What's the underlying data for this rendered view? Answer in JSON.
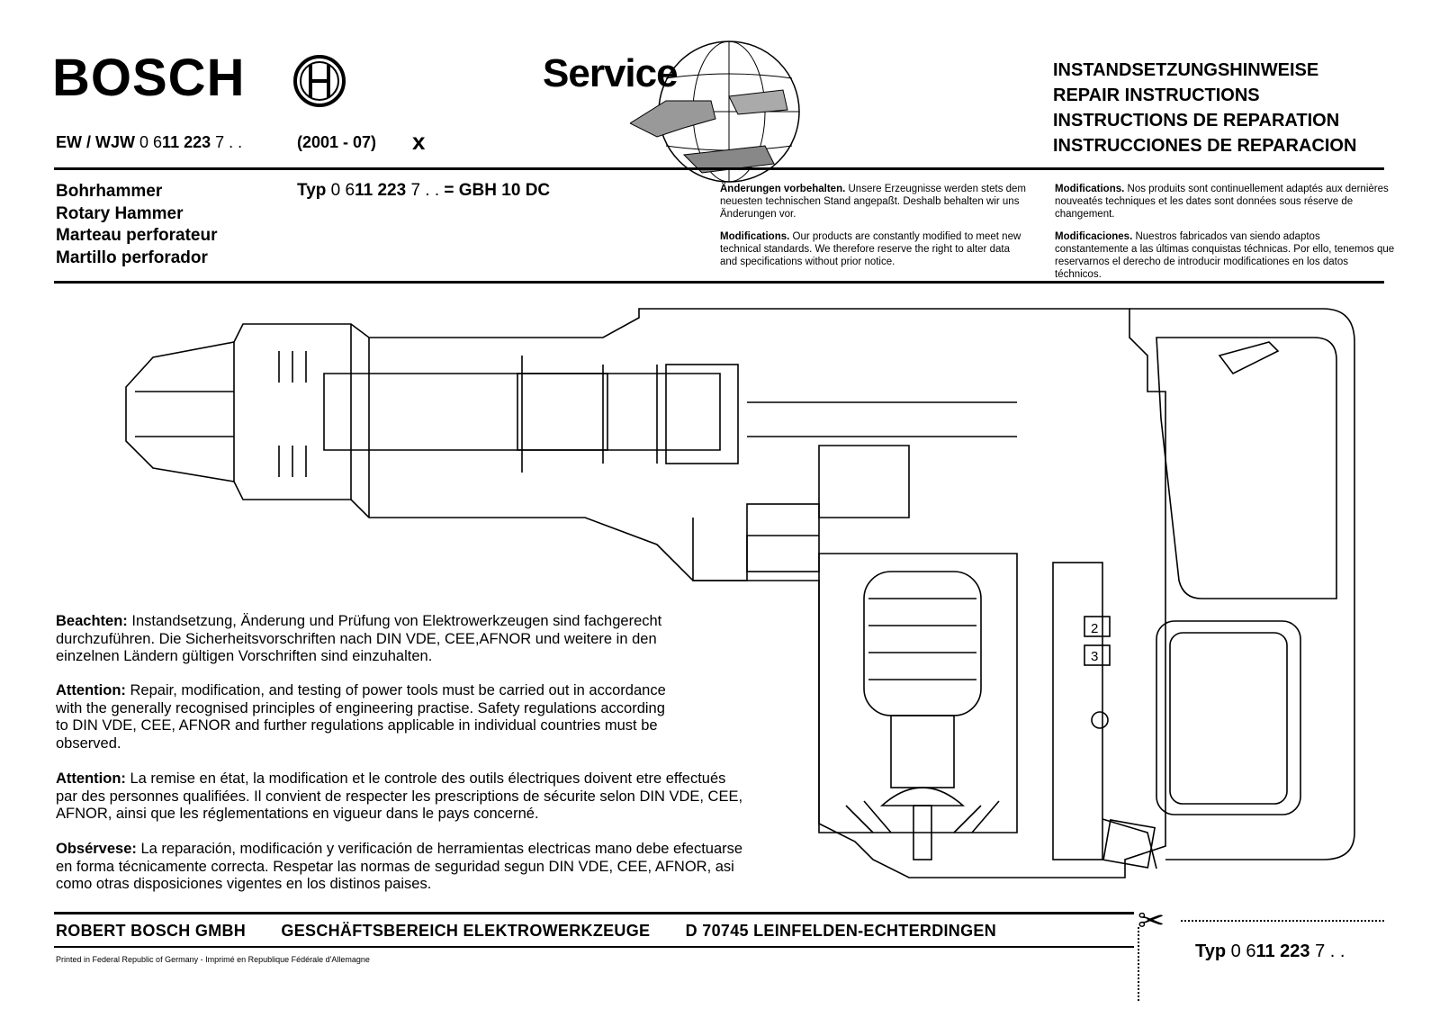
{
  "header": {
    "logo_text": "BOSCH",
    "service_text": "Service",
    "doc_prefix": "EW / WJW",
    "doc_num_light": "0 6",
    "doc_num_bold": "11 223",
    "doc_num_suffix": "7 . .",
    "doc_date": "(2001 - 07)",
    "doc_mark": "x",
    "titles": [
      "INSTANDSETZUNGSHINWEISE",
      "REPAIR INSTRUCTIONS",
      "INSTRUCTIONS DE REPARATION",
      "INSTRUCCIONES DE REPARACION"
    ]
  },
  "product": {
    "names": [
      "Bohrhammer",
      "Rotary Hammer",
      "Marteau perforateur",
      "Martillo perforador"
    ],
    "typ_label": "Typ",
    "typ_num_light": "0 6",
    "typ_num_bold": "11 223",
    "typ_suffix": "7 . .",
    "typ_model": "= GBH 10 DC"
  },
  "notices": {
    "de_title": "Änderungen vorbehalten.",
    "de_text": "Unsere Erzeugnisse werden stets dem neuesten technischen Stand angepaßt. Deshalb behalten wir uns Änderungen vor.",
    "en_title": "Modifications.",
    "en_text": "Our products are constantly modified to meet new technical standards. We therefore reserve the right to alter data and specifications without prior notice.",
    "fr_title": "Modifications.",
    "fr_text": "Nos produits sont continuellement adaptés aux dernières nouveatés techniques et les dates sont données sous réserve de changement.",
    "es_title": "Modificaciones.",
    "es_text": "Nuestros fabricados van siendo adaptos constantemente a las últimas conquistas téchnicas. Por ello, tenemos que reservarnos el derecho de introducir modificationes en los datos téchnicos."
  },
  "warnings": [
    {
      "title": "Beachten:",
      "text": "Instandsetzung, Änderung und Prüfung von Elektrowerkzeugen sind fachgerecht durchzuführen. Die Sicherheitsvorschriften nach DIN VDE, CEE,AFNOR und weitere in den einzelnen Ländern gültigen Vorschriften sind einzuhalten."
    },
    {
      "title": "Attention:",
      "text": "Repair, modification, and testing of power tools must be carried out in accordance with the generally recognised principles of engineering practise. Safety regulations according to DIN VDE, CEE, AFNOR and further regulations applicable in individual countries must be observed."
    },
    {
      "title": "Attention:",
      "text": "La remise en état, la modification et le controle des outils électriques doivent etre effectués par des personnes qualifiées. Il convient de respecter les prescriptions de sécurite selon DIN VDE, CEE, AFNOR, ainsi que les réglementations en vigueur dans le pays concerné."
    },
    {
      "title": "Obsérvese:",
      "text": "La reparación, modificación y verificación de herramientas electricas mano debe efectuarse en forma técnicamente correcta. Respetar las normas de seguridad segun DIN VDE, CEE, AFNOR, asi como otras disposiciones vigentes en los distinos paises."
    }
  ],
  "drawing": {
    "labels": [
      "2",
      "3"
    ]
  },
  "footer": {
    "company": "ROBERT BOSCH GMBH",
    "division": "GESCHÄFTSBEREICH  ELEKTROWERKZEUGE",
    "address": "D 70745 LEINFELDEN-ECHTERDINGEN",
    "printed": "Printed in Federal Republic of Germany - Imprimé en Republique  Fédérale d'Allemagne",
    "typ_label": "Typ",
    "typ_num_light": "0 6",
    "typ_num_bold": "11 223",
    "typ_suffix": "7 . ."
  }
}
